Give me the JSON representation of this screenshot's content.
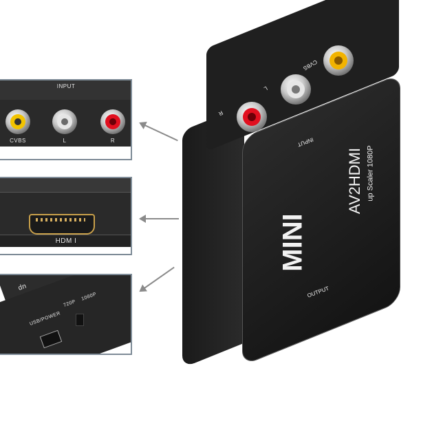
{
  "image": {
    "description": "Product photo of a black MINI AV2HDMI converter box with three callout panels showing its input, HDMI output and power/switch sides",
    "background": "#ffffff"
  },
  "panels": [
    {
      "id": "input",
      "title": "INPUT",
      "ports": [
        {
          "label": "CVBS",
          "color": "#f2c300"
        },
        {
          "label": "L",
          "color": "#e6e6e6"
        },
        {
          "label": "R",
          "color": "#e10f1f"
        }
      ]
    },
    {
      "id": "output",
      "label": "HDM I"
    },
    {
      "id": "power",
      "top_label": "up",
      "side_label": "USB/POWER",
      "switch_labels": [
        "720P",
        "1080P"
      ]
    }
  ],
  "device": {
    "brand": "MINI",
    "model": "AV2HDMI",
    "subtitle": "up Scaler 1080P",
    "input_label": "INPUT",
    "output_label": "OUTPUT",
    "top_port_labels": [
      "R",
      "L",
      "CVBS"
    ],
    "port_colors": [
      "#e10f1f",
      "#e6e6e6",
      "#f2b300"
    ]
  }
}
